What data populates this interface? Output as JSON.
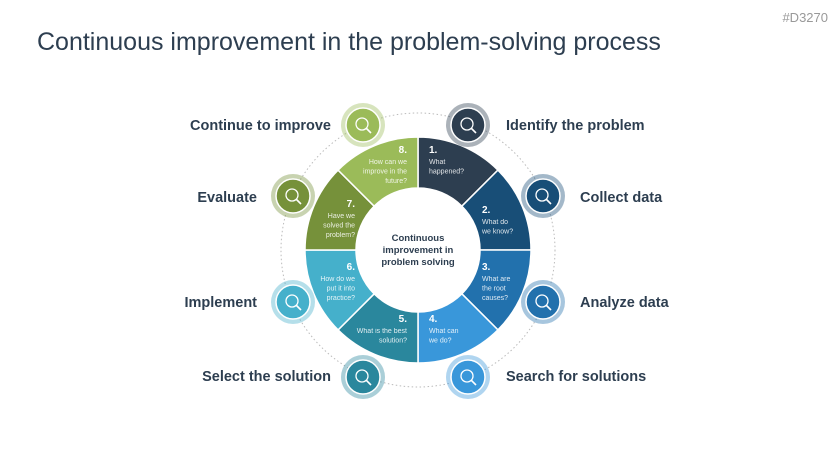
{
  "title": "Continuous improvement in the problem-solving process",
  "code": "#D3270",
  "center": [
    "Continuous",
    "improvement in",
    "problem solving"
  ],
  "steps": [
    {
      "num": "1.",
      "lines": [
        "What",
        "happened?"
      ],
      "label": "Identify the problem",
      "color": "#2d3e50",
      "icon": "search-icon"
    },
    {
      "num": "2.",
      "lines": [
        "What do",
        "we know?"
      ],
      "label": "Collect data",
      "color": "#184e77",
      "icon": "magnifier-chart-icon"
    },
    {
      "num": "3.",
      "lines": [
        "What are",
        "the root",
        "causes?"
      ],
      "label": "Analyze data",
      "color": "#2271ad",
      "icon": "analytics-icon"
    },
    {
      "num": "4.",
      "lines": [
        "What can",
        "we do?"
      ],
      "label": "Search for solutions",
      "color": "#3997da",
      "icon": "idea-search-icon"
    },
    {
      "num": "5.",
      "lines": [
        "What is the best",
        "solution?"
      ],
      "label": "Select the solution",
      "color": "#2a879d",
      "icon": "hand-idea-icon"
    },
    {
      "num": "6.",
      "lines": [
        "How do we",
        "put it into",
        "practice?"
      ],
      "label": "Implement",
      "color": "#45b0cb",
      "icon": "bulb-gear-icon"
    },
    {
      "num": "7.",
      "lines": [
        "Have we",
        "solved the",
        "problem?"
      ],
      "label": "Evaluate",
      "color": "#76913a",
      "icon": "thinking-person-icon"
    },
    {
      "num": "8.",
      "lines": [
        "How can we",
        "improve in the",
        "future?"
      ],
      "label": "Continue to improve",
      "color": "#9bbb59",
      "icon": "cycle-icon"
    }
  ]
}
